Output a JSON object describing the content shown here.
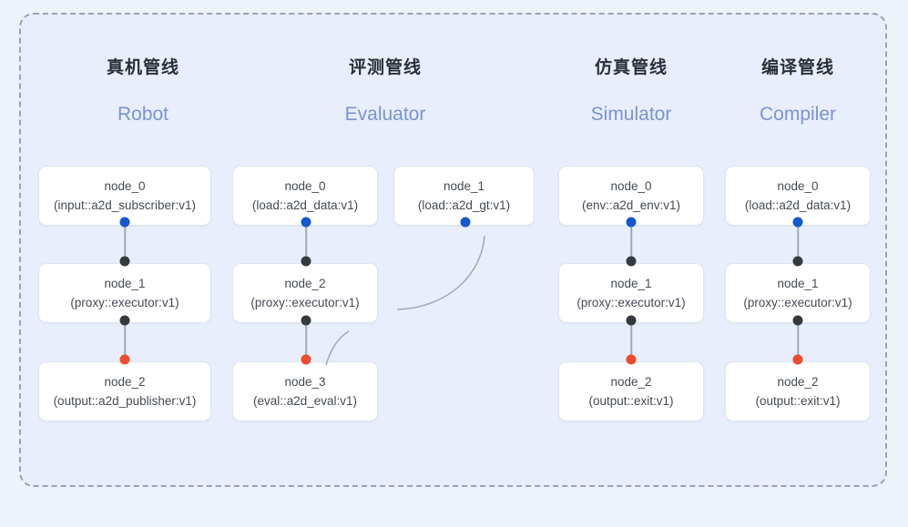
{
  "diagram": {
    "panel_background": "#e8eefb",
    "border_style": "dashed",
    "border_color": "#9aa3b0",
    "port_colors": {
      "input": "#343a40",
      "output": "#1557ce",
      "terminal": "#ee4b2b"
    },
    "edge_color": "#9fa9bb"
  },
  "columns": [
    {
      "id": "robot",
      "title_cn": "真机管线",
      "title_en": "Robot",
      "nodes": [
        {
          "id": "node_0",
          "type": "(input::a2d_subscriber:v1)"
        },
        {
          "id": "node_1",
          "type": "(proxy::executor:v1)"
        },
        {
          "id": "node_2",
          "type": "(output::a2d_publisher:v1)"
        }
      ]
    },
    {
      "id": "evaluator",
      "title_cn": "评测管线",
      "title_en": "Evaluator",
      "nodes": [
        {
          "id": "node_0",
          "type": "(load::a2d_data:v1)"
        },
        {
          "id": "node_1",
          "type": "(load::a2d_gt:v1)"
        },
        {
          "id": "node_2",
          "type": "(proxy::executor:v1)"
        },
        {
          "id": "node_3",
          "type": "(eval::a2d_eval:v1)"
        }
      ]
    },
    {
      "id": "simulator",
      "title_cn": "仿真管线",
      "title_en": "Simulator",
      "nodes": [
        {
          "id": "node_0",
          "type": "(env::a2d_env:v1)"
        },
        {
          "id": "node_1",
          "type": "(proxy::executor:v1)"
        },
        {
          "id": "node_2",
          "type": "(output::exit:v1)"
        }
      ]
    },
    {
      "id": "compiler",
      "title_cn": "编译管线",
      "title_en": "Compiler",
      "nodes": [
        {
          "id": "node_0",
          "type": "(load::a2d_data:v1)"
        },
        {
          "id": "node_1",
          "type": "(proxy::executor:v1)"
        },
        {
          "id": "node_2",
          "type": "(output::exit:v1)"
        }
      ]
    }
  ]
}
